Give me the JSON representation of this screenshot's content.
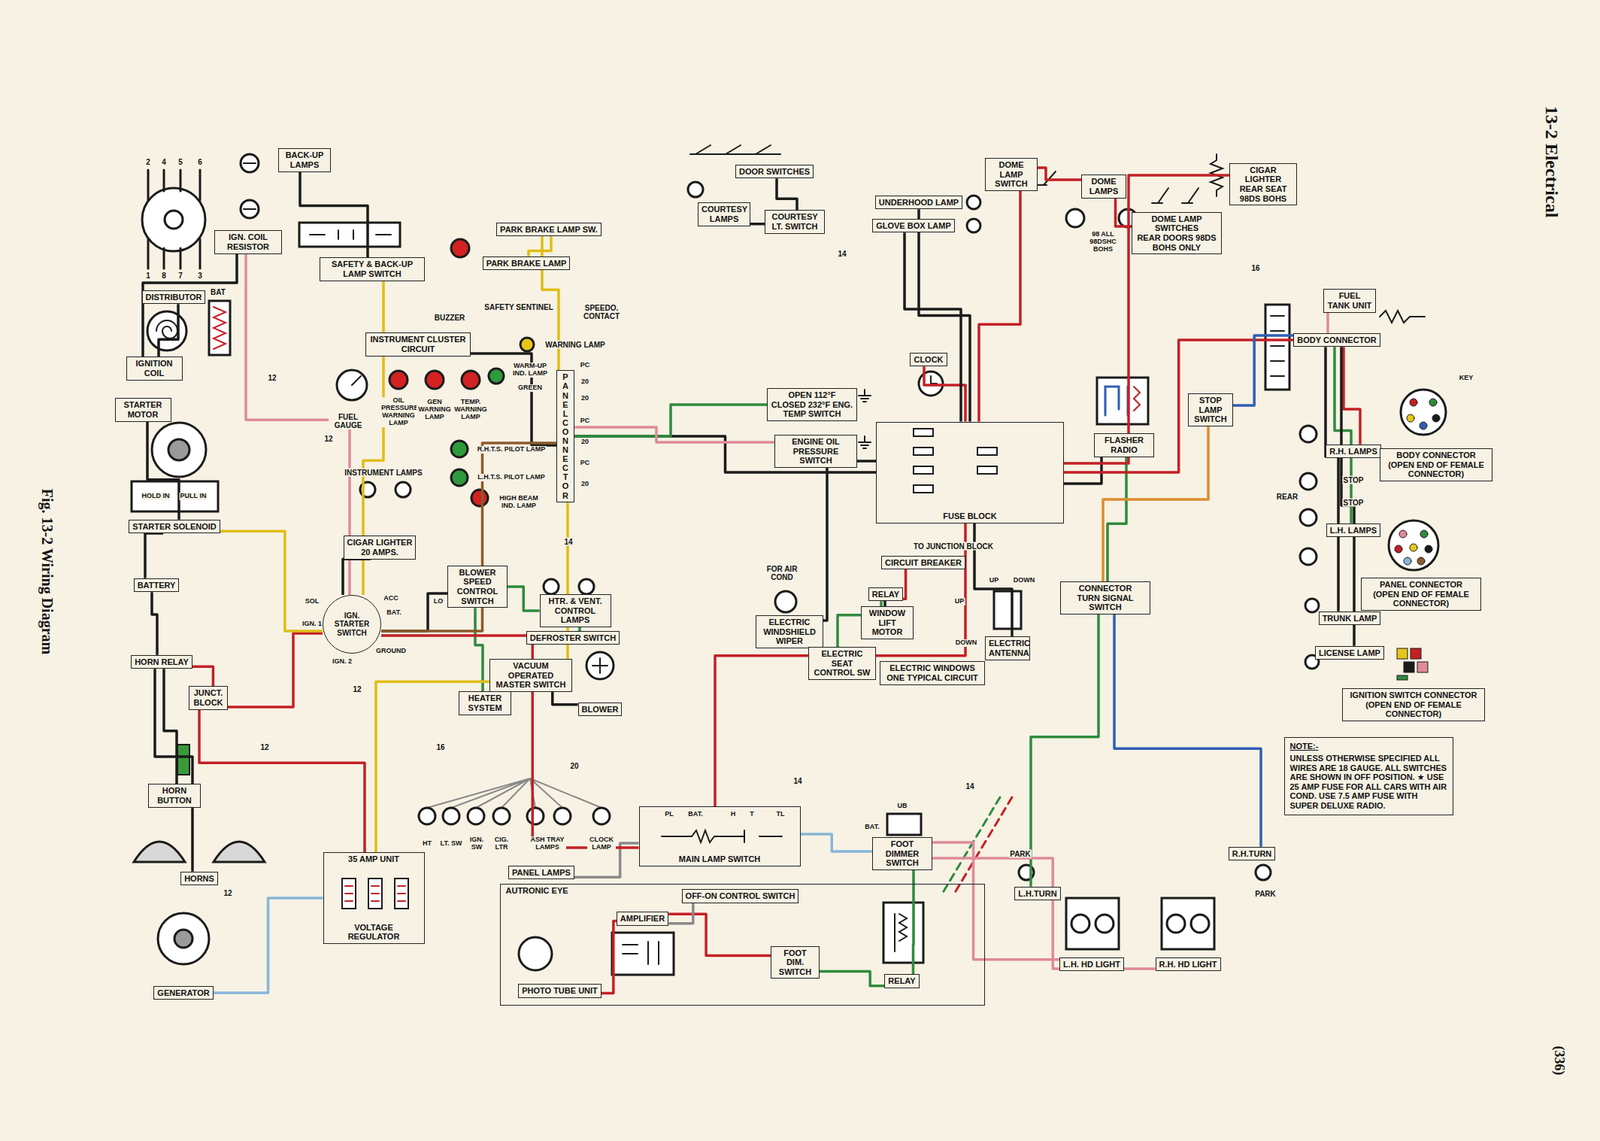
{
  "diagram": {
    "title": "13-2 Electrical",
    "caption": "Fig. 13-2 Wiring Diagram",
    "nodes": [
      {
        "text": [
          "DISTRIBUTOR"
        ]
      },
      {
        "text": [
          "IGN. COIL RESISTOR"
        ]
      },
      {
        "text": [
          "IGNITION COIL"
        ]
      },
      {
        "text": [
          "STARTER MOTOR"
        ]
      },
      {
        "text": [
          "STARTER SOLENOID"
        ]
      },
      {
        "text": [
          "BATTERY"
        ]
      },
      {
        "text": [
          "HORN RELAY"
        ]
      },
      {
        "text": [
          "JUNCT. BLOCK"
        ]
      },
      {
        "text": [
          "HORN BUTTON"
        ]
      },
      {
        "text": [
          "HORNS"
        ]
      },
      {
        "text": [
          "GENERATOR"
        ]
      },
      {
        "text": [
          "35 AMP UNIT",
          "VOLTAGE REGULATOR"
        ]
      },
      {
        "text": [
          "BACK-UP LAMPS"
        ]
      },
      {
        "text": [
          "SAFETY & BACK-UP LAMP SWITCH"
        ]
      },
      {
        "text": [
          "PARK BRAKE LAMP SW."
        ]
      },
      {
        "text": [
          "PARK BRAKE LAMP"
        ]
      },
      {
        "text": [
          "INSTRUMENT CLUSTER CIRCUIT"
        ]
      },
      {
        "text": [
          "PANEL CONNECTOR"
        ]
      },
      {
        "text": [
          "CIGAR LIGHTER",
          "20 AMPS."
        ]
      },
      {
        "text": [
          "IGN. STARTER SWITCH"
        ]
      },
      {
        "text": [
          "BLOWER SPEED CONTROL SWITCH"
        ]
      },
      {
        "text": [
          "HTR. & VENT. CONTROL LAMPS"
        ]
      },
      {
        "text": [
          "DEFROSTER SWITCH"
        ]
      },
      {
        "text": [
          "VACUUM OPERATED MASTER SWITCH"
        ]
      },
      {
        "text": [
          "HEATER SYSTEM"
        ]
      },
      {
        "text": [
          "BLOWER"
        ]
      },
      {
        "text": [
          "COURTESY LAMPS"
        ]
      },
      {
        "text": [
          "DOOR SWITCHES"
        ]
      },
      {
        "text": [
          "COURTESY LT. SWITCH"
        ]
      },
      {
        "text": [
          "UNDERHOOD LAMP"
        ]
      },
      {
        "text": [
          "GLOVE BOX LAMP"
        ]
      },
      {
        "text": [
          "DOME LAMP SWITCH"
        ]
      },
      {
        "text": [
          "DOME LAMPS"
        ]
      },
      {
        "text": [
          "DOME LAMP SWITCHES",
          "REAR DOORS 98DS BOHS ONLY"
        ]
      },
      {
        "text": [
          "CIGAR LIGHTER",
          "REAR SEAT 98DS BOHS"
        ]
      },
      {
        "text": [
          "FUEL TANK UNIT"
        ]
      },
      {
        "text": [
          "BODY CONNECTOR"
        ]
      },
      {
        "text": [
          "CLOCK"
        ]
      },
      {
        "text": [
          "FUSE BLOCK"
        ]
      },
      {
        "text": [
          "FLASHER",
          "RADIO"
        ]
      },
      {
        "text": [
          "OPEN 112°F",
          "CLOSED 232°F ENG. TEMP SWITCH"
        ]
      },
      {
        "text": [
          "ENGINE OIL PRESSURE SWITCH"
        ]
      },
      {
        "text": [
          "ELECTRIC WINDSHIELD WIPER"
        ]
      },
      {
        "text": [
          "ELECTRIC SEAT CONTROL SW"
        ]
      },
      {
        "text": [
          "RELAY"
        ]
      },
      {
        "text": [
          "CIRCUIT BREAKER"
        ]
      },
      {
        "text": [
          "WINDOW LIFT MOTOR"
        ]
      },
      {
        "text": [
          "ELECTRIC WINDOWS ONE TYPICAL CIRCUIT"
        ]
      },
      {
        "text": [
          "ELECTRIC ANTENNA"
        ]
      },
      {
        "text": [
          "CONNECTOR",
          "TURN SIGNAL SWITCH"
        ]
      },
      {
        "text": [
          "STOP LAMP SWITCH"
        ]
      },
      {
        "text": [
          "R.H. LAMPS"
        ]
      },
      {
        "text": [
          "L.H. LAMPS"
        ]
      },
      {
        "text": [
          "TRUNK LAMP"
        ]
      },
      {
        "text": [
          "LICENSE LAMP"
        ]
      },
      {
        "text": [
          "BODY CONNECTOR",
          "(OPEN END OF FEMALE CONNECTOR)"
        ]
      },
      {
        "text": [
          "PANEL CONNECTOR",
          "(OPEN END OF FEMALE CONNECTOR)"
        ]
      },
      {
        "text": [
          "IGNITION SWITCH CONNECTOR",
          "(OPEN END OF FEMALE CONNECTOR)"
        ]
      },
      {
        "text": [
          "NOTE:-",
          "UNLESS OTHERWISE SPECIFIED ALL WIRES ARE 18 GAUGE. ALL SWITCHES ARE SHOWN IN OFF POSITION. ★ USE 25 AMP FUSE FOR ALL CARS WITH AIR COND. USE 7.5 AMP FUSE WITH SUPER DELUXE RADIO."
        ]
      },
      {
        "text": [
          "PANEL LAMPS"
        ]
      },
      {
        "text": [
          "MAIN LAMP SWITCH"
        ]
      },
      {
        "text": [
          "FOOT DIMMER SWITCH"
        ]
      },
      {
        "text": [
          "AUTRONIC EYE"
        ]
      },
      {
        "text": [
          "OFF-ON CONTROL SWITCH"
        ],
        "in": 62
      },
      {
        "text": [
          "AMPLIFIER"
        ],
        "in": 62
      },
      {
        "text": [
          "PHOTO TUBE UNIT"
        ],
        "in": 62
      },
      {
        "text": [
          "FOOT DIM. SWITCH"
        ],
        "in": 62
      },
      {
        "text": [
          "RELAY"
        ],
        "in": 62
      },
      {
        "text": [
          "L.H.TURN"
        ]
      },
      {
        "text": [
          "L.H. HD LIGHT"
        ]
      },
      {
        "text": [
          "R.H. HD LIGHT"
        ]
      },
      {
        "text": [
          "R.H.TURN"
        ]
      }
    ],
    "edges": [
      {
        "from": 5,
        "to": 4,
        "arrow": "none"
      },
      {
        "from": 4,
        "to": 3,
        "arrow": "none"
      },
      {
        "from": 5,
        "to": 6,
        "arrow": "none"
      },
      {
        "from": 6,
        "to": 7,
        "arrow": "none"
      },
      {
        "from": 6,
        "to": 8,
        "arrow": "none"
      },
      {
        "from": 6,
        "to": 9,
        "arrow": "none"
      },
      {
        "from": 7,
        "to": 19,
        "arrow": "none"
      },
      {
        "from": 10,
        "to": 11,
        "arrow": "none"
      },
      {
        "from": 11,
        "to": 7,
        "arrow": "none"
      },
      {
        "from": 19,
        "to": 4,
        "arrow": "none"
      },
      {
        "from": 19,
        "to": 1,
        "arrow": "none"
      },
      {
        "from": 1,
        "to": 2,
        "arrow": "none"
      },
      {
        "from": 2,
        "to": 0,
        "arrow": "none"
      },
      {
        "from": 13,
        "to": 12,
        "arrow": "none"
      },
      {
        "from": 19,
        "to": 13,
        "arrow": "none"
      },
      {
        "from": 14,
        "to": 15,
        "arrow": "none"
      },
      {
        "from": 14,
        "to": 17,
        "arrow": "none"
      },
      {
        "from": 17,
        "to": 16,
        "arrow": "none"
      },
      {
        "from": 17,
        "to": 38,
        "arrow": "none"
      },
      {
        "from": 19,
        "to": 18,
        "arrow": "none"
      },
      {
        "from": 19,
        "to": 20,
        "arrow": "none"
      },
      {
        "from": 20,
        "to": 24,
        "arrow": "none"
      },
      {
        "from": 23,
        "to": 25,
        "arrow": "none"
      },
      {
        "from": 21,
        "to": 22,
        "arrow": "none"
      },
      {
        "from": 38,
        "to": 37,
        "arrow": "none"
      },
      {
        "from": 38,
        "to": 39,
        "arrow": "none"
      },
      {
        "from": 39,
        "to": 49,
        "arrow": "none"
      },
      {
        "from": 49,
        "to": 68,
        "arrow": "none"
      },
      {
        "from": 49,
        "to": 71,
        "arrow": "none"
      },
      {
        "from": 38,
        "to": 36,
        "arrow": "none"
      },
      {
        "from": 36,
        "to": 35,
        "arrow": "none"
      },
      {
        "from": 36,
        "to": 51,
        "arrow": "none"
      },
      {
        "from": 36,
        "to": 52,
        "arrow": "none"
      },
      {
        "from": 36,
        "to": 53,
        "arrow": "none"
      },
      {
        "from": 36,
        "to": 54,
        "arrow": "none"
      },
      {
        "from": 50,
        "to": 36,
        "arrow": "none"
      },
      {
        "from": 28,
        "to": 26,
        "arrow": "none"
      },
      {
        "from": 28,
        "to": 27,
        "arrow": "none"
      },
      {
        "from": 31,
        "to": 32,
        "arrow": "none"
      },
      {
        "from": 38,
        "to": 31,
        "arrow": "none"
      },
      {
        "from": 38,
        "to": 29,
        "arrow": "none"
      },
      {
        "from": 38,
        "to": 34,
        "arrow": "none"
      },
      {
        "from": 60,
        "to": 59,
        "arrow": "none"
      },
      {
        "from": 60,
        "to": 61,
        "arrow": "none"
      },
      {
        "from": 61,
        "to": 69,
        "arrow": "none"
      },
      {
        "from": 61,
        "to": 70,
        "arrow": "none"
      },
      {
        "from": 60,
        "to": 38,
        "arrow": "none"
      },
      {
        "from": 67,
        "to": 61,
        "arrow": "none"
      },
      {
        "from": 64,
        "to": 65,
        "arrow": "none"
      },
      {
        "from": 64,
        "to": 66,
        "arrow": "none"
      },
      {
        "from": 66,
        "to": 67,
        "arrow": "none"
      },
      {
        "from": 40,
        "to": 17,
        "arrow": "none"
      },
      {
        "from": 41,
        "to": 17,
        "arrow": "none"
      },
      {
        "from": 45,
        "to": 44,
        "arrow": "none"
      },
      {
        "from": 44,
        "to": 46,
        "arrow": "none"
      },
      {
        "from": 42,
        "to": 38,
        "arrow": "none"
      },
      {
        "from": 48,
        "to": 38,
        "arrow": "none"
      },
      {
        "from": 43,
        "to": 44,
        "arrow": "none"
      },
      {
        "from": 19,
        "to": 60,
        "arrow": "none"
      },
      {
        "from": 11,
        "to": 17,
        "arrow": "none"
      },
      {
        "from": 32,
        "to": 33,
        "arrow": "none"
      },
      {
        "from": 63,
        "to": 64,
        "arrow": "none"
      },
      {
        "from": 20,
        "to": 21,
        "arrow": "none"
      },
      {
        "from": 38,
        "to": 30,
        "arrow": "none"
      },
      {
        "from": 17,
        "to": 19,
        "arrow": "none"
      },
      {
        "from": 49,
        "to": 50,
        "arrow": "none"
      }
    ],
    "labels": [
      "2",
      "4",
      "5",
      "6",
      "1",
      "8",
      "7",
      "3",
      "BAT",
      "HOLD IN",
      "PULL IN",
      "BUZZER",
      "SAFETY SENTINEL",
      "SPEEDO. CONTACT",
      "WARNING LAMP",
      "FUEL GAUGE",
      "OIL PRESSURE WARNING LAMP",
      "GEN WARNING LAMP",
      "TEMP. WARNING LAMP",
      "WARM-UP IND. LAMP",
      "GREEN",
      "R.H.T.S. PILOT LAMP",
      "L.H.T.S. PILOT LAMP",
      "HIGH BEAM IND. LAMP",
      "INSTRUMENT LAMPS",
      "PC",
      "20",
      "20",
      "PC",
      "20",
      "PC",
      "20",
      "ACC",
      "BAT.",
      "SOL",
      "IGN. 1",
      "IGN. 2",
      "GROUND",
      "LO",
      "FOR AIR COND",
      "TO JUNCTION BLOCK",
      "UP",
      "DOWN",
      "UP",
      "DOWN",
      "STOP",
      "REAR",
      "STOP",
      "KEY",
      "98 ALL 98DSHC BOHS",
      "HT",
      "LT. SW",
      "IGN. SW",
      "CIG. LTR",
      "ASH TRAY LAMPS",
      "CLOCK LAMP",
      "PL",
      "BAT.",
      "H",
      "T",
      "TL",
      "UB",
      "BAT.",
      "PARK",
      "PARK",
      "14",
      "16",
      "14",
      "12",
      "12",
      "16",
      "20",
      "14",
      "14",
      "12",
      "12",
      "12",
      "(336)"
    ]
  }
}
